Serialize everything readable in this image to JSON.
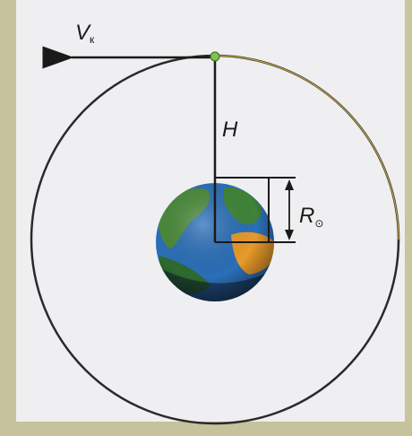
{
  "labels": {
    "velocity": "V",
    "velocity_sub": "к",
    "height": "H",
    "radius": "R",
    "radius_sub": "⊙"
  },
  "colors": {
    "paper": "#efeef0",
    "orbit": "#222222",
    "orbit_highlight": "#e6c74a",
    "ocean": "#2b6fb8",
    "land_green": "#4a8a3a",
    "land_orange": "#e89a2a",
    "satellite": "#7cc44a"
  },
  "icons": {
    "earth": "earth-globe-icon",
    "satellite": "satellite-dot-icon"
  }
}
